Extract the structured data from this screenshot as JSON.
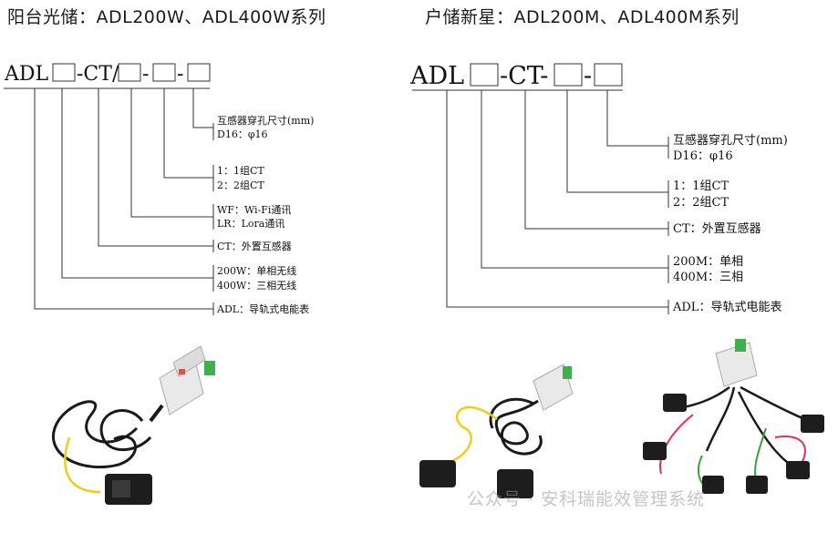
{
  "left": {
    "title": "阳台光储：ADL200W、ADL400W系列",
    "code_parts": [
      "ADL",
      "-CT/",
      "-",
      "-"
    ],
    "annotations": [
      [
        "互感器穿孔尺寸(mm)",
        "D16：φ16"
      ],
      [
        "1：1组CT",
        "2：2组CT"
      ],
      [
        "WF：Wi-Fi通讯",
        "LR：Lora通讯"
      ],
      [
        "CT：外置互感器"
      ],
      [
        "200W：单相无线",
        "400W：三相无线"
      ],
      [
        "ADL：导轨式电能表"
      ]
    ]
  },
  "right": {
    "title": "户储新星：ADL200M、ADL400M系列",
    "code_parts": [
      "ADL",
      "-CT-",
      "-"
    ],
    "annotations": [
      [
        "互感器穿孔尺寸(mm)",
        "D16：φ16"
      ],
      [
        "1：1组CT",
        "2：2组CT"
      ],
      [
        "CT：外置互感器"
      ],
      [
        "200M：单相",
        "400M：三相"
      ],
      [
        "ADL：导轨式电能表"
      ]
    ]
  },
  "watermark": "公众号 · 安科瑞能效管理系统",
  "colors": {
    "line": "#333333",
    "cable": "#1a1a1a",
    "wire_yellow": "#e8d020",
    "wire_red": "#e0305a",
    "wire_green": "#3aa040",
    "meter_body": "#e9e9e9",
    "terminal_green": "#3fae4f"
  }
}
